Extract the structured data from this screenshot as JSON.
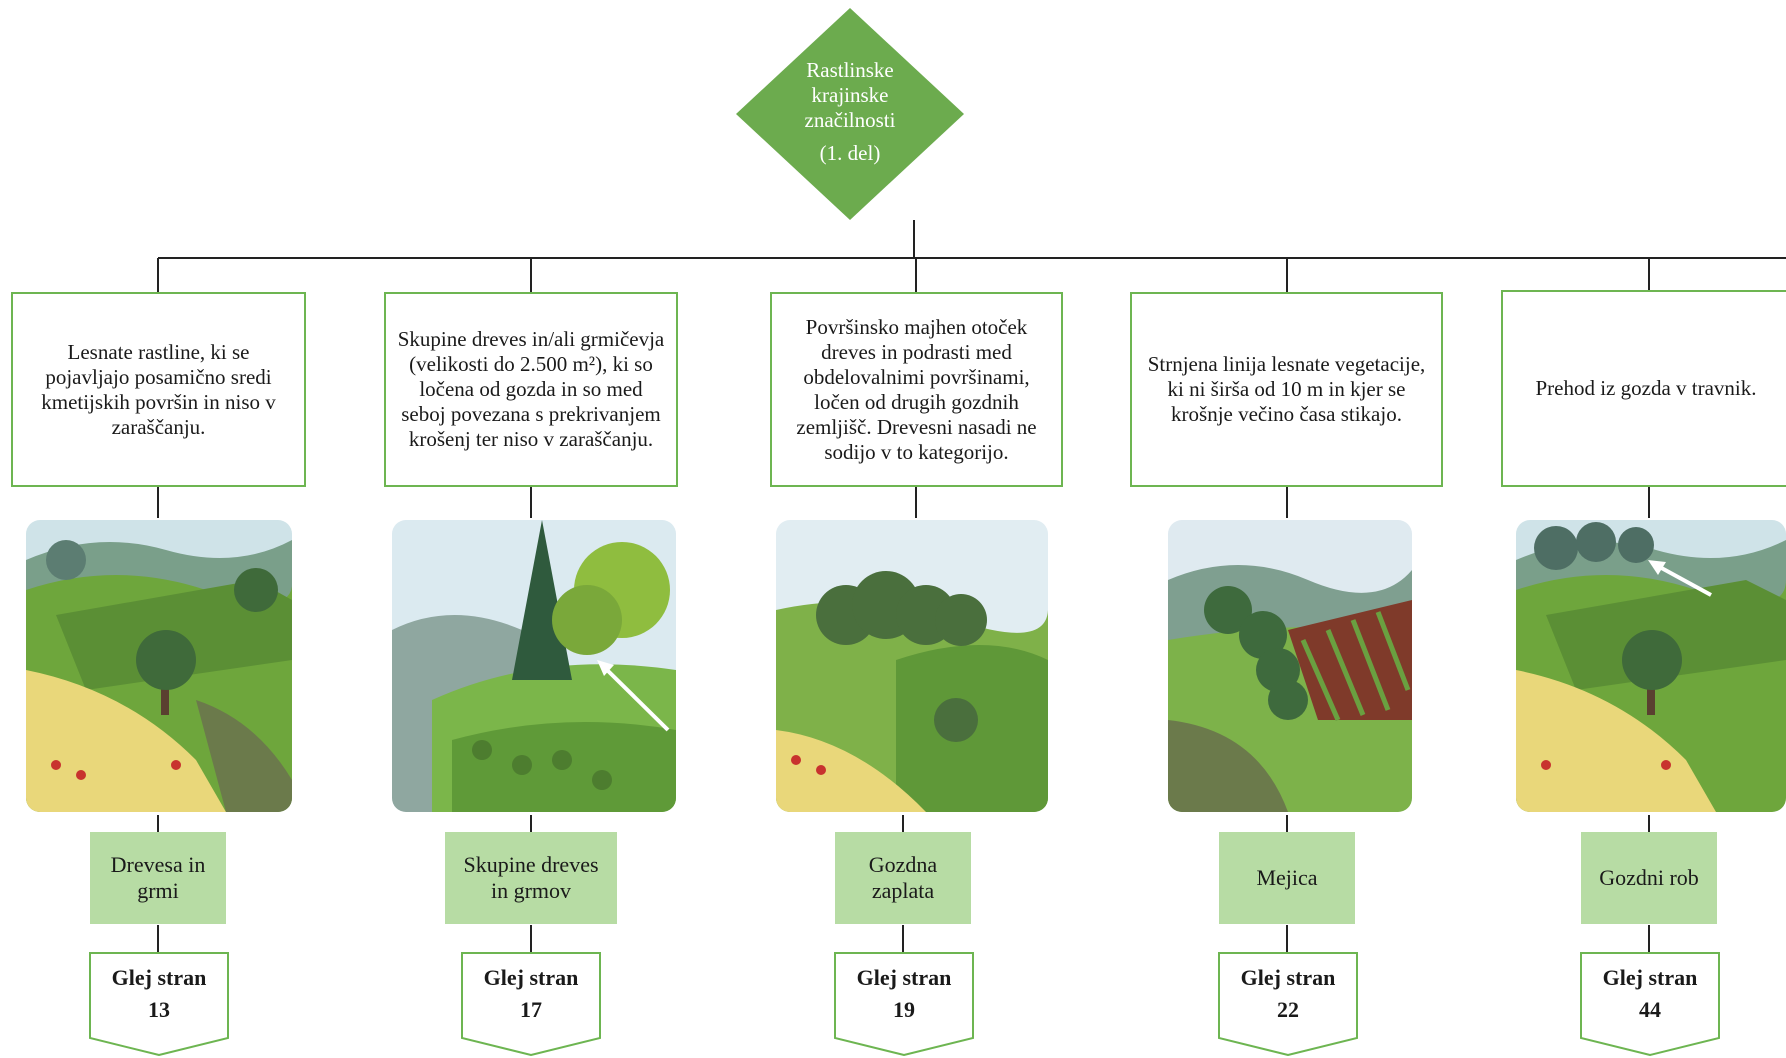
{
  "root": {
    "title_lines": [
      "Rastlinske",
      "krajinske",
      "značilnosti"
    ],
    "subtitle": "(1. del)",
    "color": "#6cab4e"
  },
  "colors": {
    "box_border": "#6db551",
    "label_bg": "#b7dca4",
    "connector": "#222222"
  },
  "categories": [
    {
      "description": "Lesnate rastline, ki se pojavljajo posamično sredi kmetijskih površin in niso v zaraščanju.",
      "label": "Drevesa in grmi",
      "see_page": "Glej stran",
      "page": "13"
    },
    {
      "description": "Skupine dreves in/ali grmičevja (velikosti do 2.500 m²), ki so ločena od gozda in so med seboj povezana s prekrivanjem krošenj ter niso v zaraščanju.",
      "label": "Skupine dreves in grmov",
      "see_page": "Glej stran",
      "page": "17"
    },
    {
      "description": "Površinsko majhen otoček dreves in podrasti med obdelovalnimi površinami, ločen od drugih gozdnih zemljišč. Drevesni nasadi ne sodijo v to kategorijo.",
      "label": "Gozdna zaplata",
      "see_page": "Glej stran",
      "page": "19"
    },
    {
      "description": "Strnjena linija lesnate vegetacije, ki ni širša od 10 m in kjer se krošnje večino časa stikajo.",
      "label": "Mejica",
      "see_page": "Glej stran",
      "page": "22"
    },
    {
      "description": "Prehod iz gozda v travnik.",
      "label": "Gozdni rob",
      "see_page": "Glej stran",
      "page": "44"
    }
  ]
}
